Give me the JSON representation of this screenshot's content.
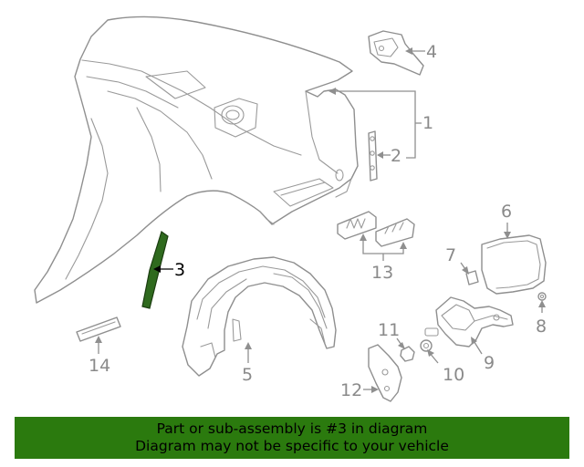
{
  "callouts": {
    "c1": "1",
    "c2": "2",
    "c3": "3",
    "c4": "4",
    "c5": "5",
    "c6": "6",
    "c7": "7",
    "c8": "8",
    "c9": "9",
    "c10": "10",
    "c11": "11",
    "c12": "12",
    "c13": "13",
    "c14": "14"
  },
  "highlighted_part": "3",
  "colors": {
    "banner": "#2b7a0e",
    "highlight": "#2f6a1e",
    "line": "#8f8f8f"
  },
  "banner": {
    "line1": "Part or sub-assembly is #3 in diagram",
    "line2": "Diagram may not be specific to your vehicle"
  }
}
